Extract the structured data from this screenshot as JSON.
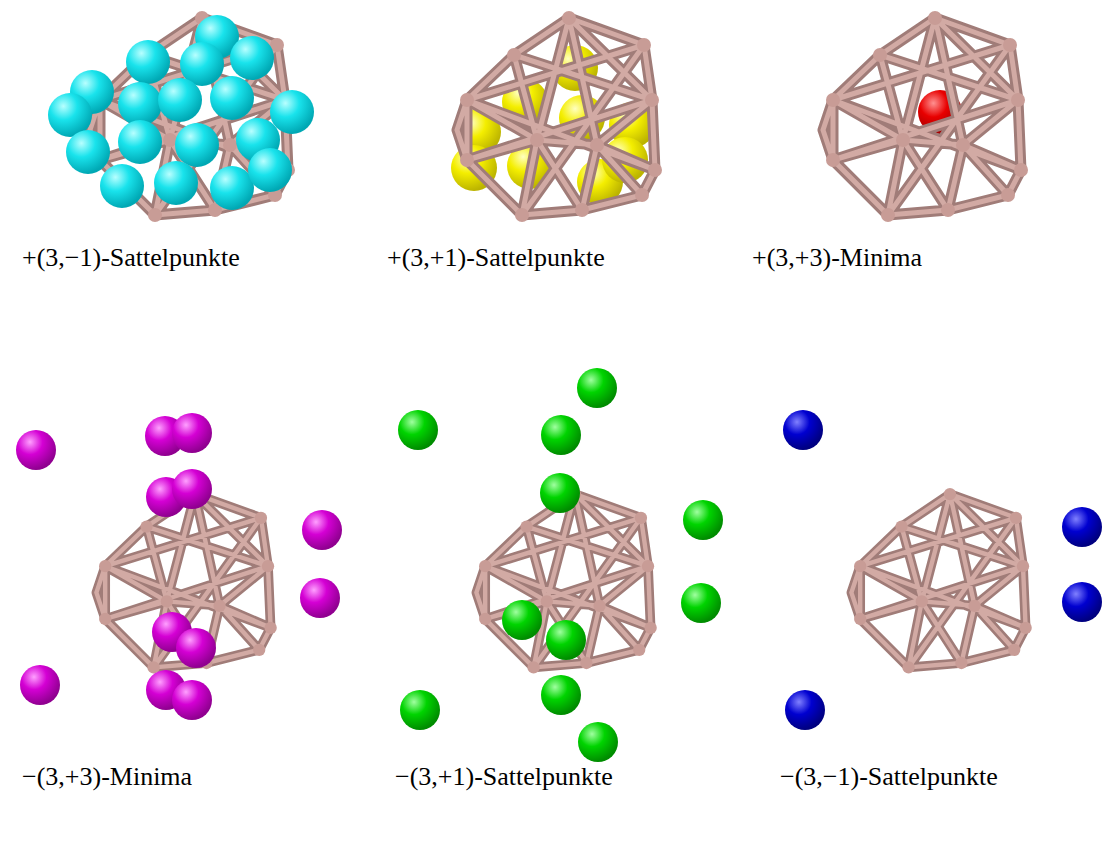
{
  "diagram": {
    "labels": [
      "+(3,−1)-Sattelpunkte",
      "+(3,+1)-Sattelpunkte",
      "+(3,+3)-Minima",
      "−(3,+3)-Minima",
      "−(3,+1)-Sattelpunkte",
      "−(3,−1)-Sattelpunkte"
    ]
  }
}
